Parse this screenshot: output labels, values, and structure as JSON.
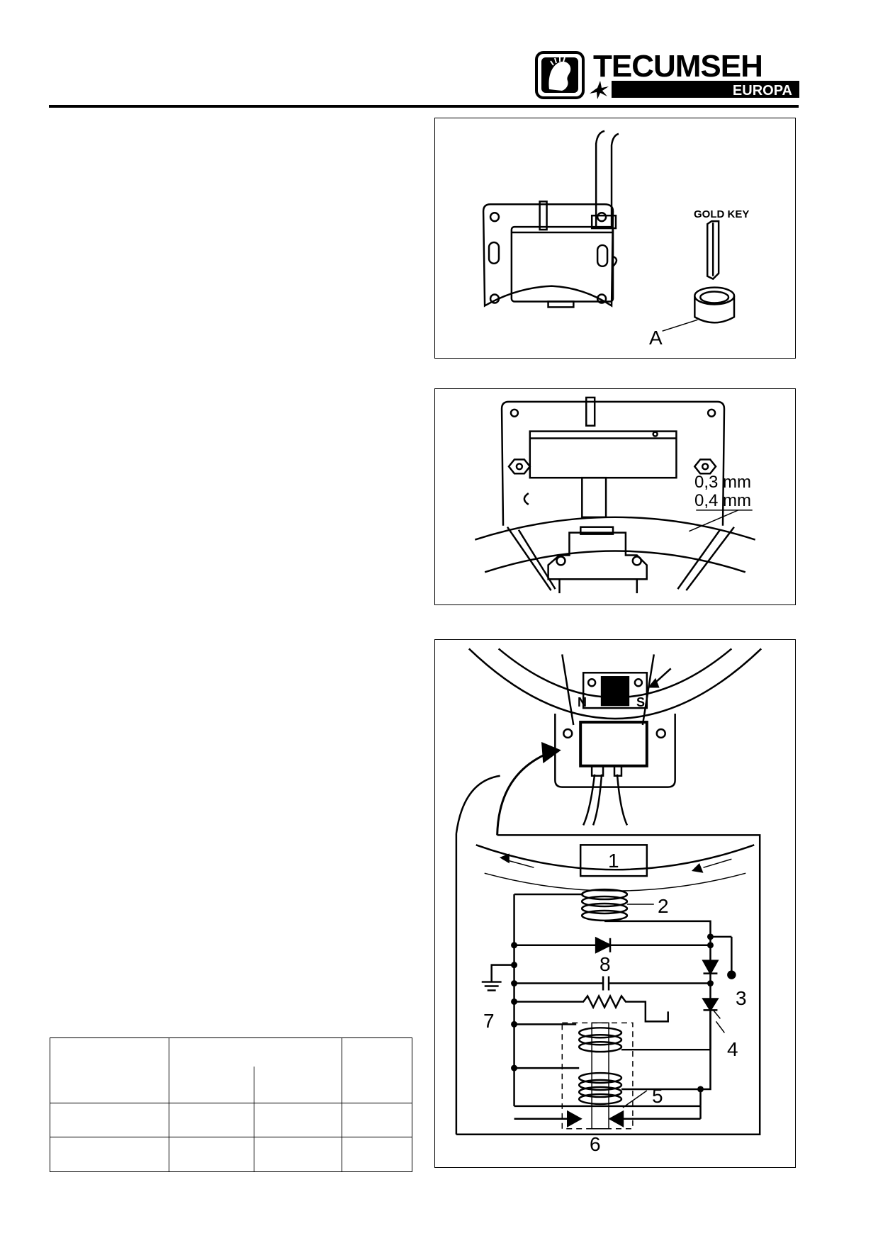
{
  "header": {
    "brand_name": "TECUMSEH",
    "brand_sub": "EUROPA"
  },
  "figure1": {
    "gold_key_label": "GOLD KEY",
    "part_label": "A"
  },
  "figure2": {
    "gap_min": "0,3 mm",
    "gap_max": "0,4 mm"
  },
  "figure3": {
    "magnet_north": "N",
    "magnet_south": "S",
    "callouts": [
      "1",
      "2",
      "3",
      "4",
      "5",
      "6",
      "7",
      "8"
    ]
  },
  "table": {
    "rows": 4,
    "cells_text": []
  }
}
